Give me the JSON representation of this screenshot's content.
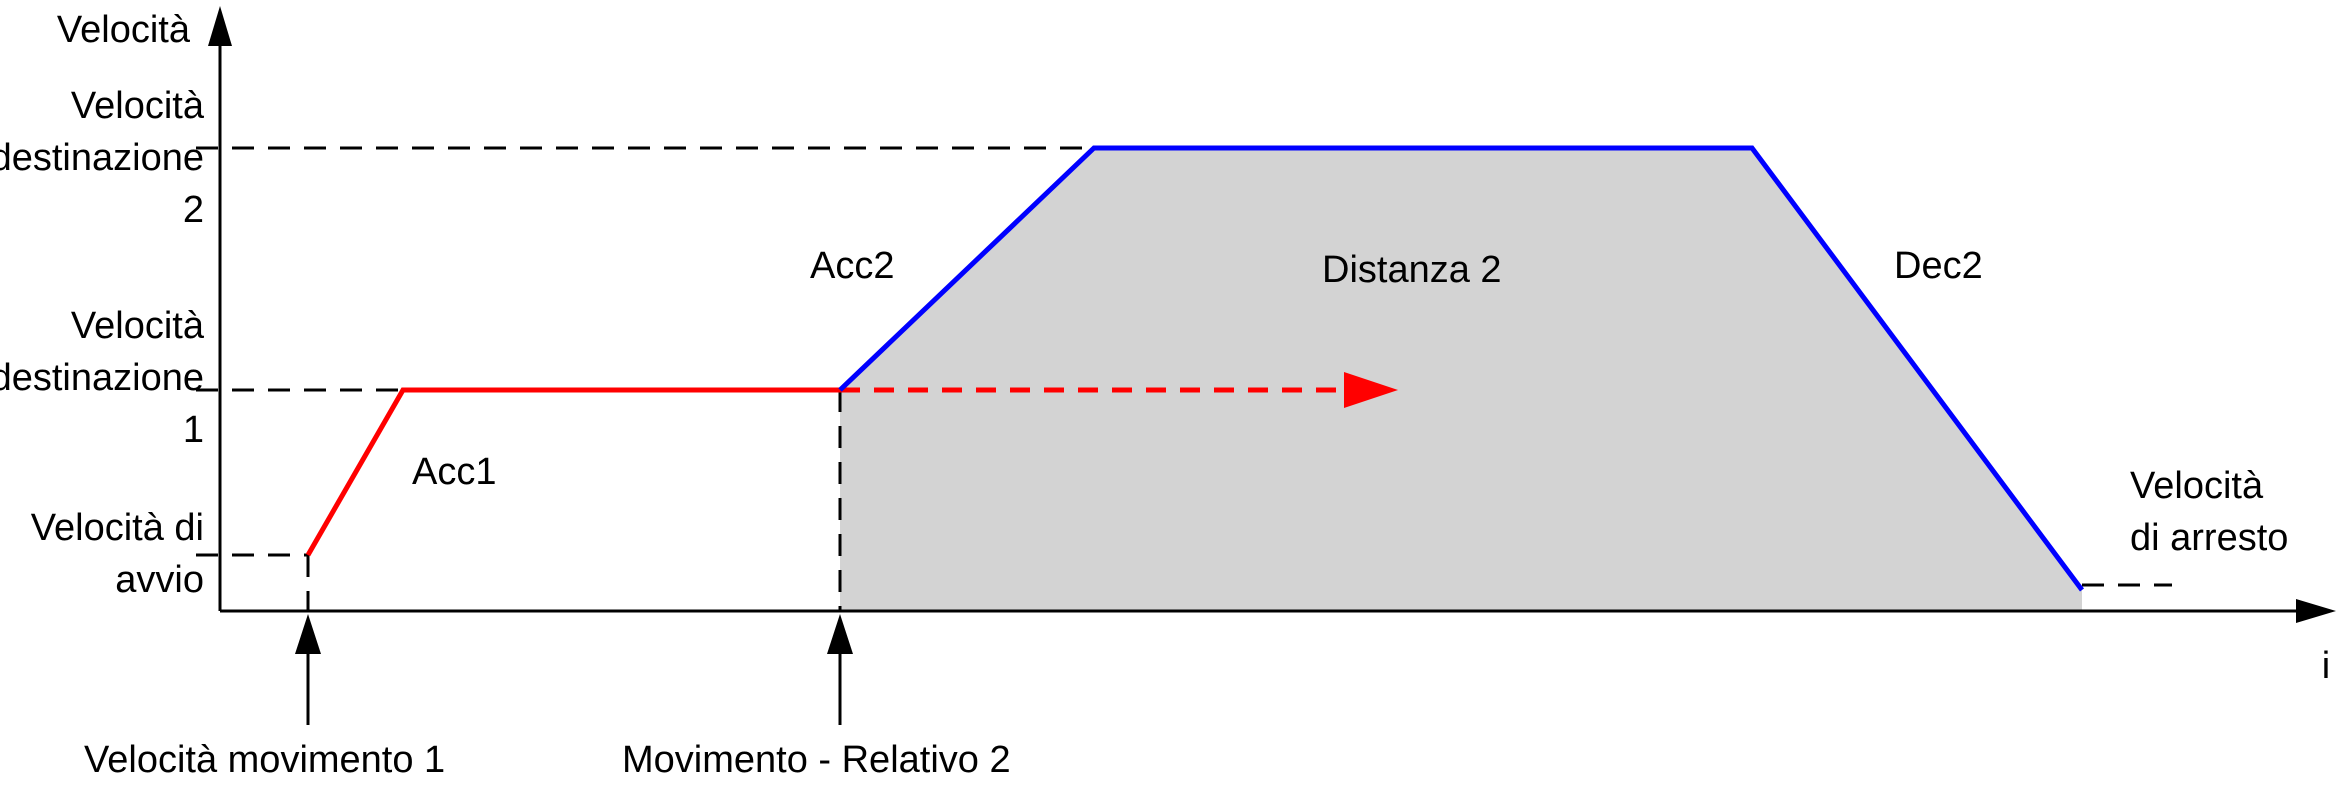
{
  "axes": {
    "y_label": "Velocità",
    "x_label": "i"
  },
  "y_levels": {
    "target_speed_2": [
      "Velocità",
      "destinazione",
      "2"
    ],
    "target_speed_1": [
      "Velocità",
      "destinazione",
      "1"
    ],
    "start_speed": [
      "Velocità di",
      "avvio"
    ]
  },
  "segments": {
    "acc1": "Acc1",
    "acc2": "Acc2",
    "dec2": "Dec2",
    "distance2": "Distanza 2"
  },
  "stop_speed": [
    "Velocità",
    "di arresto"
  ],
  "events": {
    "move_velocity_1": "Velocità movimento 1",
    "move_relative_2": "Movimento - Relativo 2"
  },
  "colors": {
    "move1": "#ff0000",
    "move2": "#0000ff",
    "distance_fill": "#d3d3d3",
    "axis": "#000000"
  }
}
